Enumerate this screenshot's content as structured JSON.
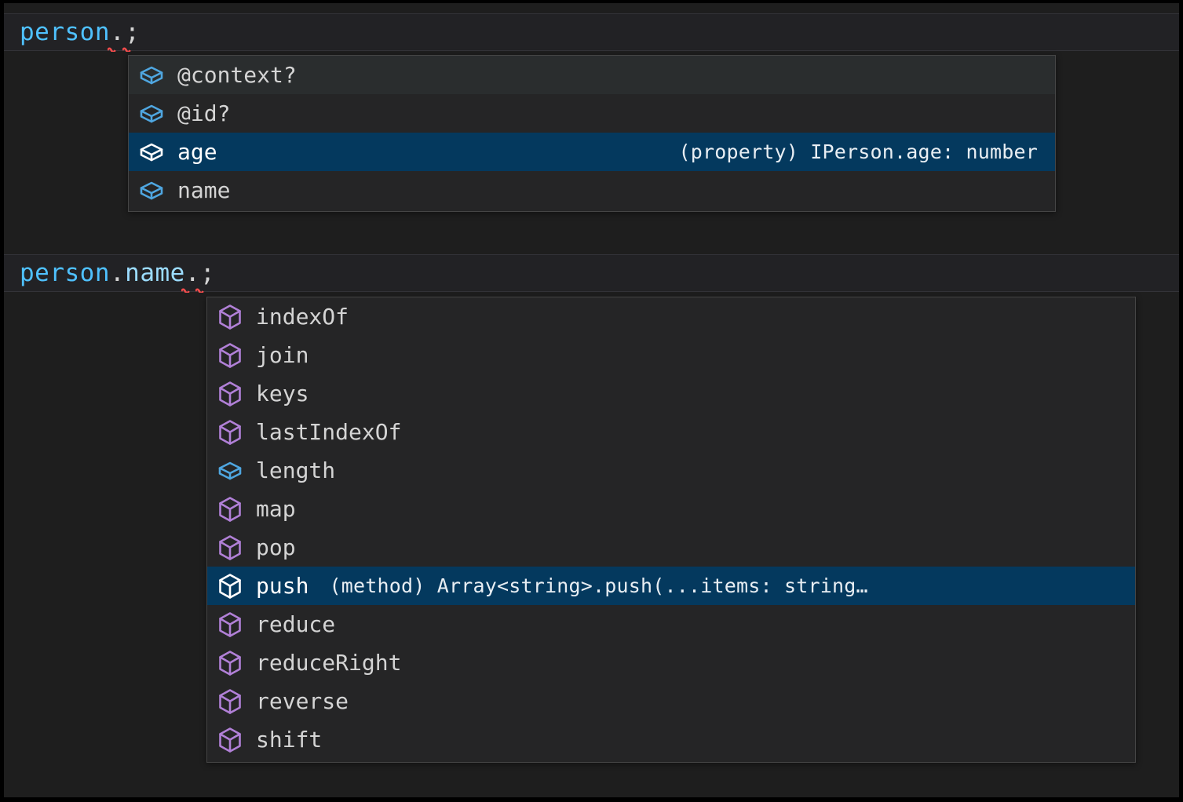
{
  "editor": {
    "theme_background": "#1e1e1e",
    "selected_background": "#04395e",
    "hover_background": "#2a2d2e",
    "popup_background": "#252526",
    "popup_border": "#454545",
    "variable_color": "#4fc1ff",
    "property_color": "#9cdcfe",
    "punctuation_color": "#d4d4d4",
    "error_squiggle_color": "#f14c4c",
    "property_icon_color": "#4fa6e0",
    "method_icon_color": "#b180d7"
  },
  "lines": [
    {
      "tokens": [
        {
          "text": "person",
          "kind": "variable"
        },
        {
          "text": ".",
          "kind": "punctuation"
        },
        {
          "text": ";",
          "kind": "punctuation"
        }
      ],
      "plain": "person.;"
    },
    {
      "tokens": [
        {
          "text": "person",
          "kind": "variable"
        },
        {
          "text": ".",
          "kind": "punctuation"
        },
        {
          "text": "name",
          "kind": "property"
        },
        {
          "text": ".",
          "kind": "punctuation"
        },
        {
          "text": ";",
          "kind": "punctuation"
        }
      ],
      "plain": "person.name.;"
    }
  ],
  "suggest_widgets": [
    {
      "id": "suggest-1",
      "detail_align": "right",
      "items": [
        {
          "label": "@context?",
          "icon": "property-cube-icon",
          "icon_kind": "property",
          "detail": "",
          "state": "hover"
        },
        {
          "label": "@id?",
          "icon": "property-cube-icon",
          "icon_kind": "property",
          "detail": "",
          "state": "normal"
        },
        {
          "label": "age",
          "icon": "property-cube-icon",
          "icon_kind": "property",
          "detail": "(property) IPerson.age: number",
          "state": "selected"
        },
        {
          "label": "name",
          "icon": "property-cube-icon",
          "icon_kind": "property",
          "detail": "",
          "state": "normal"
        }
      ]
    },
    {
      "id": "suggest-2",
      "detail_align": "left",
      "items": [
        {
          "label": "indexOf",
          "icon": "method-cube-icon",
          "icon_kind": "method",
          "detail": "",
          "state": "normal"
        },
        {
          "label": "join",
          "icon": "method-cube-icon",
          "icon_kind": "method",
          "detail": "",
          "state": "normal"
        },
        {
          "label": "keys",
          "icon": "method-cube-icon",
          "icon_kind": "method",
          "detail": "",
          "state": "normal"
        },
        {
          "label": "lastIndexOf",
          "icon": "method-cube-icon",
          "icon_kind": "method",
          "detail": "",
          "state": "normal"
        },
        {
          "label": "length",
          "icon": "property-cube-icon",
          "icon_kind": "property",
          "detail": "",
          "state": "normal"
        },
        {
          "label": "map",
          "icon": "method-cube-icon",
          "icon_kind": "method",
          "detail": "",
          "state": "normal"
        },
        {
          "label": "pop",
          "icon": "method-cube-icon",
          "icon_kind": "method",
          "detail": "",
          "state": "normal"
        },
        {
          "label": "push",
          "icon": "method-cube-icon",
          "icon_kind": "method",
          "detail": "(method) Array<string>.push(...items: string…",
          "state": "selected"
        },
        {
          "label": "reduce",
          "icon": "method-cube-icon",
          "icon_kind": "method",
          "detail": "",
          "state": "normal"
        },
        {
          "label": "reduceRight",
          "icon": "method-cube-icon",
          "icon_kind": "method",
          "detail": "",
          "state": "normal"
        },
        {
          "label": "reverse",
          "icon": "method-cube-icon",
          "icon_kind": "method",
          "detail": "",
          "state": "normal"
        },
        {
          "label": "shift",
          "icon": "method-cube-icon",
          "icon_kind": "method",
          "detail": "",
          "state": "normal"
        }
      ]
    }
  ]
}
